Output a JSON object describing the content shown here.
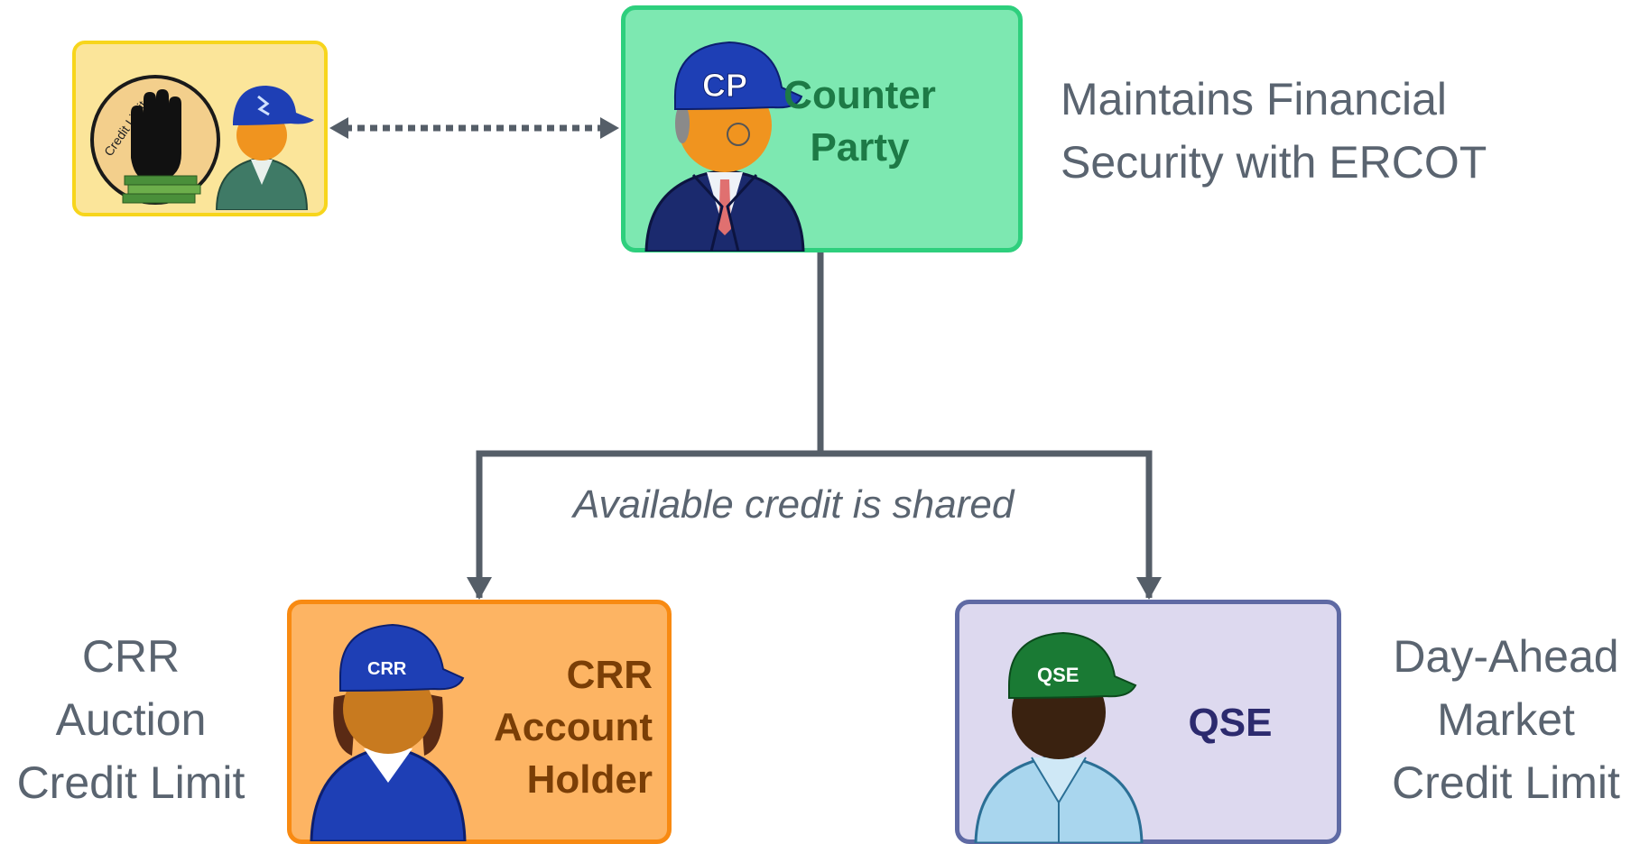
{
  "credit_limit_box": {
    "badge_text": "Credit Limit"
  },
  "counter_party": {
    "title_line1": "Counter",
    "title_line2": "Party",
    "cap_label": "CP"
  },
  "counter_party_note": {
    "line1": "Maintains Financial",
    "line2": "Security with ERCOT"
  },
  "shared_note": "Available credit is shared",
  "crr_holder": {
    "title_line1": "CRR",
    "title_line2": "Account",
    "title_line3": "Holder",
    "cap_label": "CRR"
  },
  "crr_note": {
    "line1": "CRR",
    "line2": "Auction",
    "line3": "Credit Limit"
  },
  "qse": {
    "title": "QSE",
    "cap_label": "QSE"
  },
  "qse_note": {
    "line1": "Day-Ahead",
    "line2": "Market",
    "line3": "Credit Limit"
  },
  "colors": {
    "connector": "#555e68",
    "counter_party_fill": "#7de8b1",
    "crr_fill": "#fdb463",
    "qse_fill": "#ddd9ef",
    "credit_fill": "#fbe59a",
    "cap_blue": "#1e3fb5",
    "cap_green": "#1a7a34"
  }
}
